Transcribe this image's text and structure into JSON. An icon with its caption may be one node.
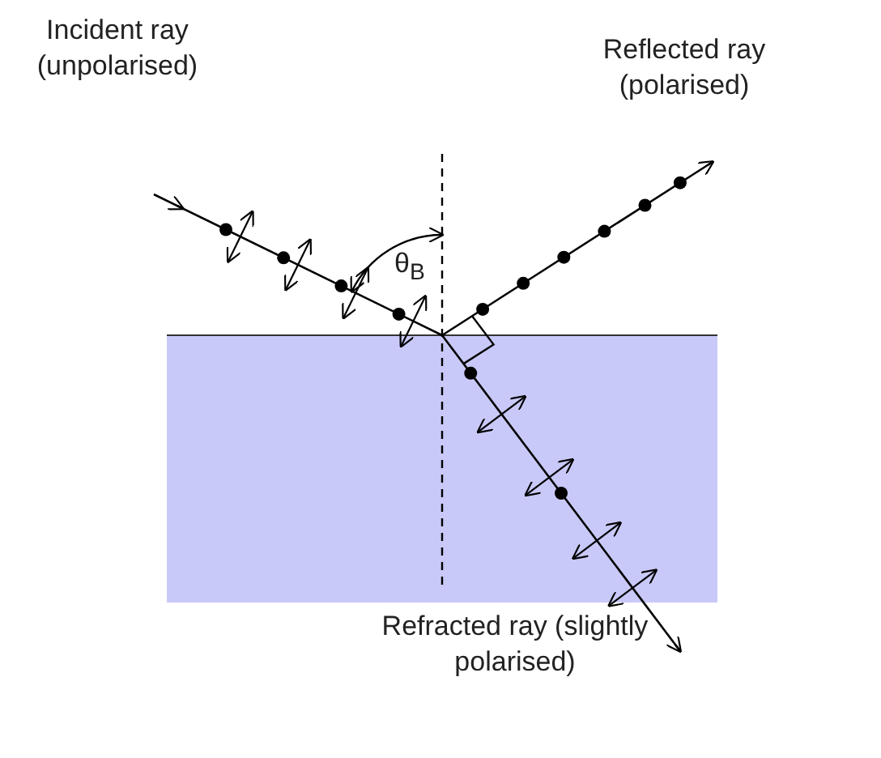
{
  "diagram": {
    "labels": [
      "Incident ray (unpolarised)",
      "Reflected ray (polarised)",
      "Refracted ray (slightly polarised)",
      "θ$_{B}$"
    ]
  }
}
